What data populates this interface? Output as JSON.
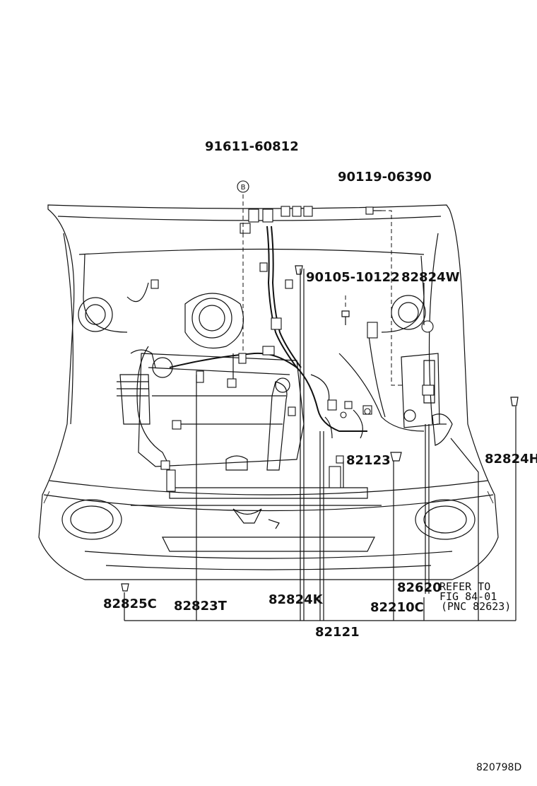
{
  "labels": {
    "p91611": "91611-60812",
    "p90119": "90119-06390",
    "p90105": "90105-10122",
    "p82824W": "82824W",
    "p82824H": "82824H",
    "p82123": "82123",
    "p82620": "82620",
    "refer_line1": "REFER TO",
    "refer_line2": "FIG 84-01",
    "refer_line3": "(PNC 82623)",
    "p82825C": "82825C",
    "p82823T": "82823T",
    "p82824K": "82824K",
    "p82210C": "82210C",
    "p82121": "82121",
    "circle_mark": "B",
    "figure_code": "820798D"
  }
}
